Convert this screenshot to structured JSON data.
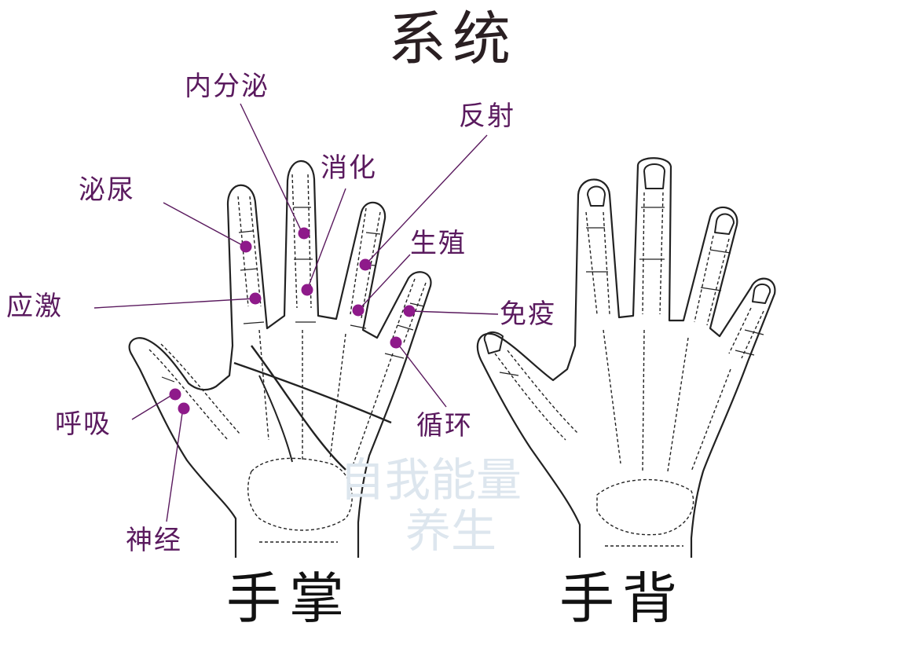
{
  "title": "系统",
  "captions": {
    "palm": "手掌",
    "back": "手背"
  },
  "labels": {
    "endocrine": "内分泌",
    "reflex": "反射",
    "urinary": "泌尿",
    "digestion": "消化",
    "reproduction": "生殖",
    "stress": "应激",
    "immune": "免疫",
    "respiration": "呼吸",
    "circulation": "循环",
    "nerve": "神经"
  },
  "watermark": {
    "line1": "自我能量",
    "line2": "养生"
  },
  "colors": {
    "point": "#8e1a8a",
    "label": "#5a1a5e",
    "leader": "#5a1a5e",
    "outline": "#222222"
  }
}
